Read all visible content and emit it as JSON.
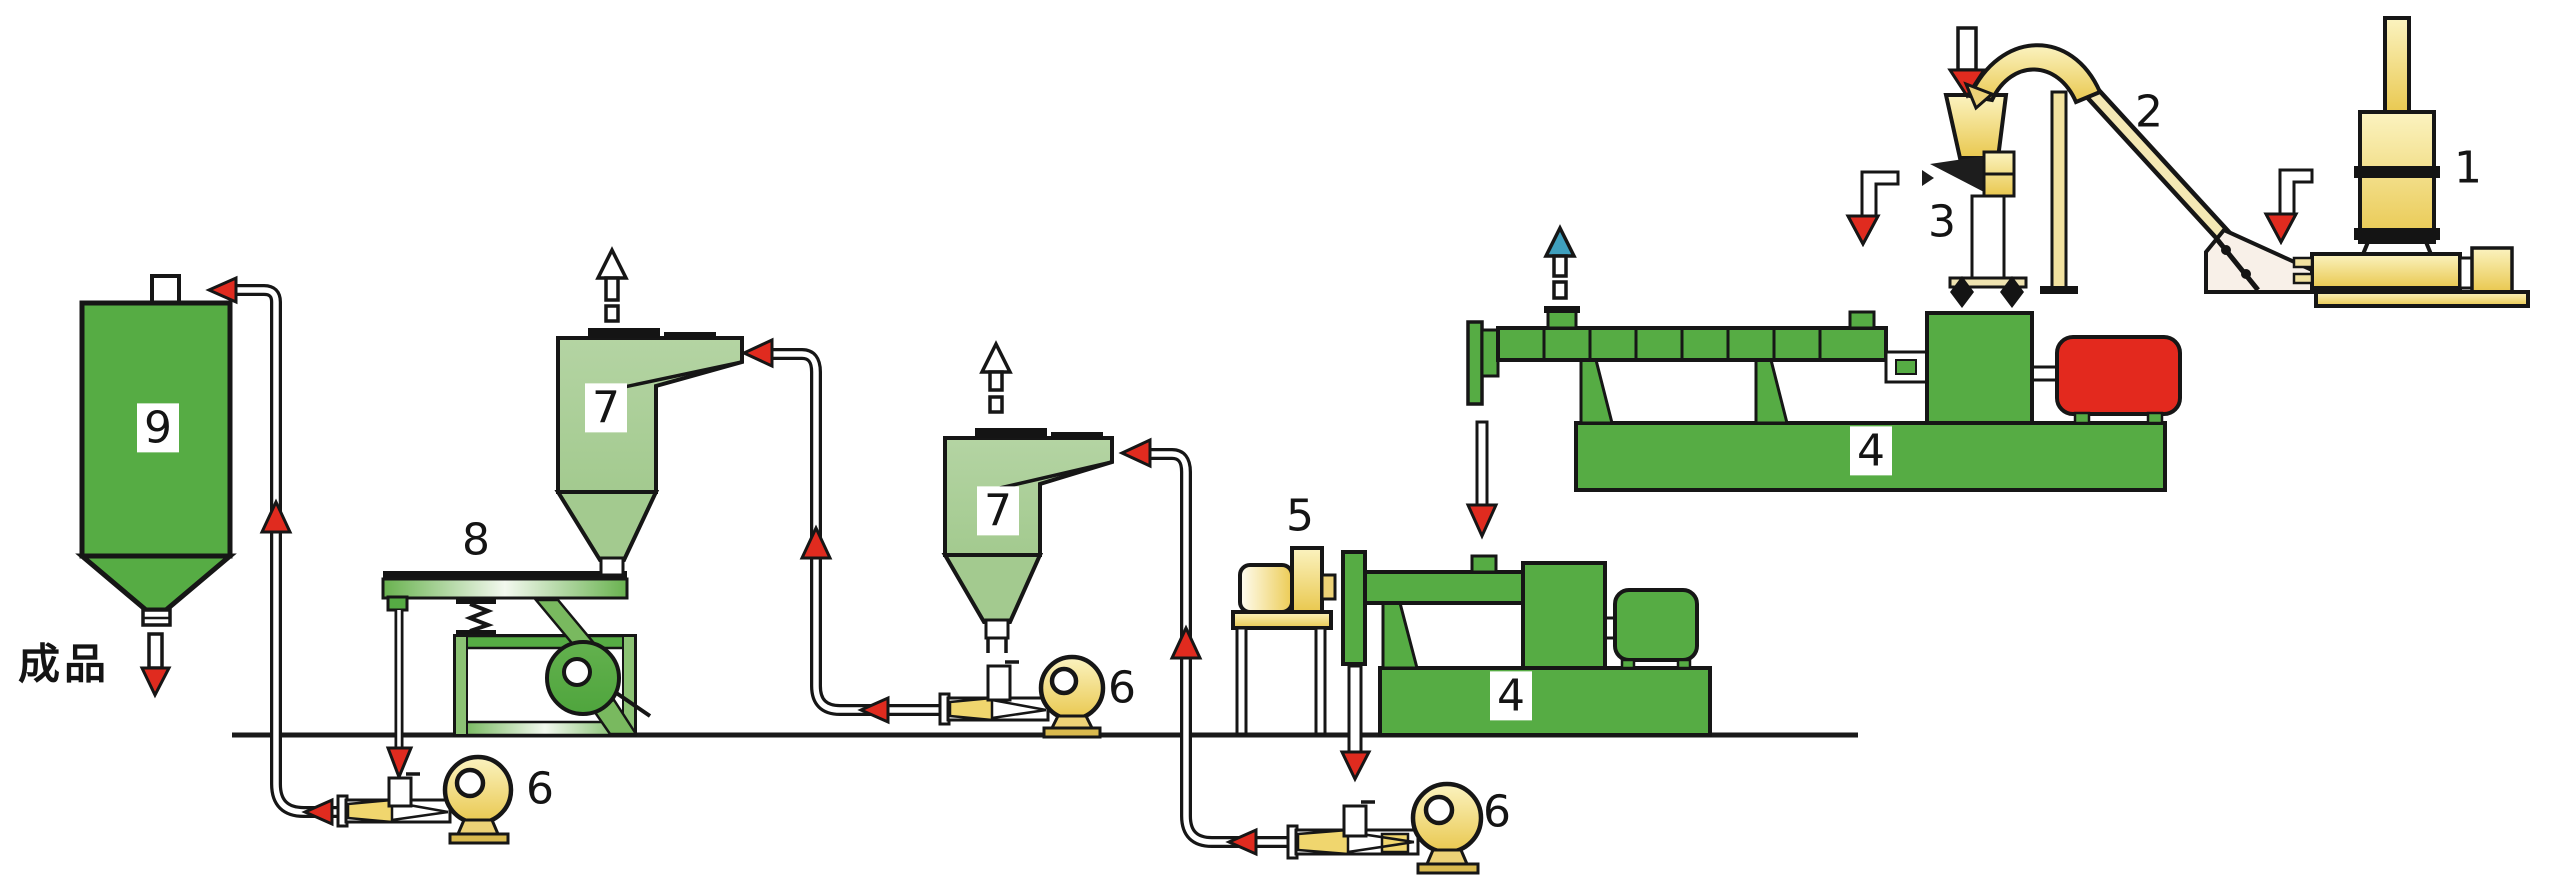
{
  "diagram": {
    "type": "process-flow-diagram",
    "subject": "plastic pelletizing / compounding production line",
    "colors": {
      "machine_green": "#56ac44",
      "cyclone_green": "#abcf99",
      "machine_yellow_light": "#f9eda6",
      "machine_yellow": "#e9c84f",
      "cream": "#f8f0e8",
      "arrow_red": "#e02b1f",
      "motor_red": "#e3291e",
      "vent_blue": "#3fa0be",
      "outline": "#161616"
    }
  },
  "equipment_labels": {
    "mixer": "1",
    "screw_conveyor": "2",
    "hopper_feeder": "3",
    "extruder_first": "4",
    "extruder_second": "4",
    "pelletizer": "5",
    "blower_left": "6",
    "blower_middle": "6",
    "blower_right": "6",
    "cyclone_left": "7",
    "cyclone_middle": "7",
    "vibrating_screen": "8",
    "product_silo": "9"
  },
  "annotations": {
    "finished_product": "成品"
  }
}
